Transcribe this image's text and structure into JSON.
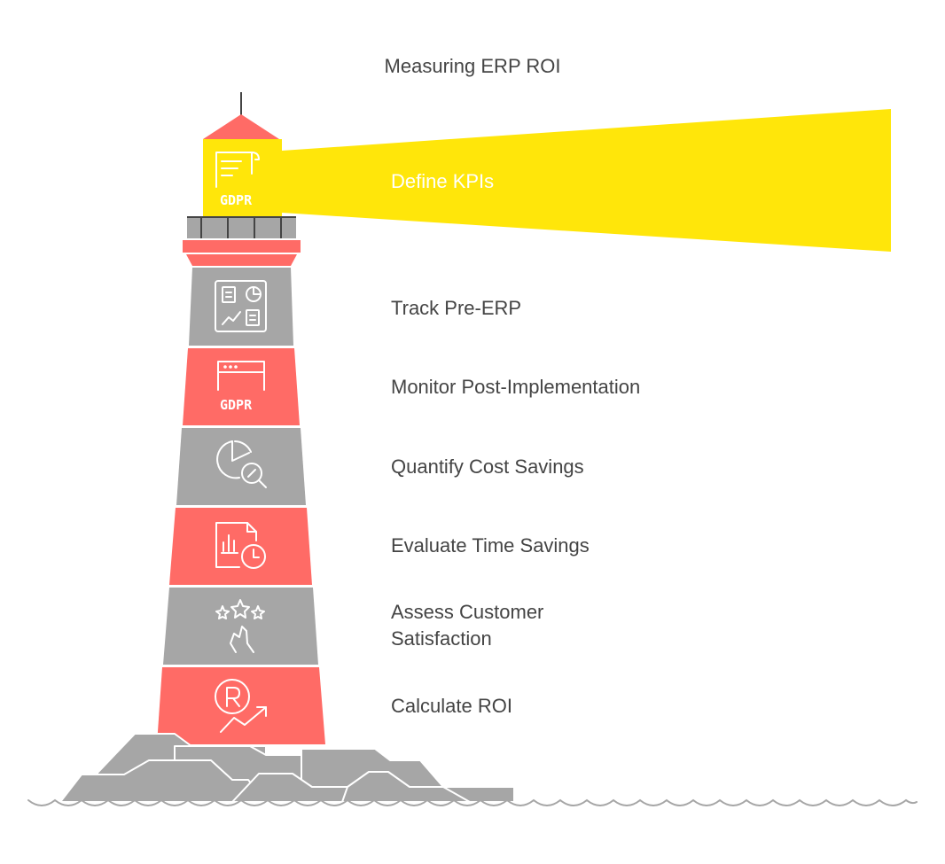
{
  "title": "Measuring ERP ROI",
  "colors": {
    "red": "#FF6B66",
    "gray": "#A6A6A6",
    "yellow": "#FFE60A",
    "rock": "#A6A6A6",
    "text": "#444444",
    "white": "#FFFFFF"
  },
  "steps": [
    {
      "label": "Define KPIs",
      "icon": "gdpr-document-icon",
      "icon_text": "GDPR"
    },
    {
      "label": "Track Pre-ERP",
      "icon": "dashboard-icon"
    },
    {
      "label": "Monitor Post-Implementation",
      "icon": "gdpr-browser-icon",
      "icon_text": "GDPR"
    },
    {
      "label": "Quantify Cost Savings",
      "icon": "pie-search-icon"
    },
    {
      "label": "Evaluate Time Savings",
      "icon": "report-clock-icon"
    },
    {
      "label_lines": [
        "Assess Customer",
        "Satisfaction"
      ],
      "icon": "stars-hand-icon"
    },
    {
      "label": "Calculate ROI",
      "icon": "registered-growth-icon"
    }
  ]
}
